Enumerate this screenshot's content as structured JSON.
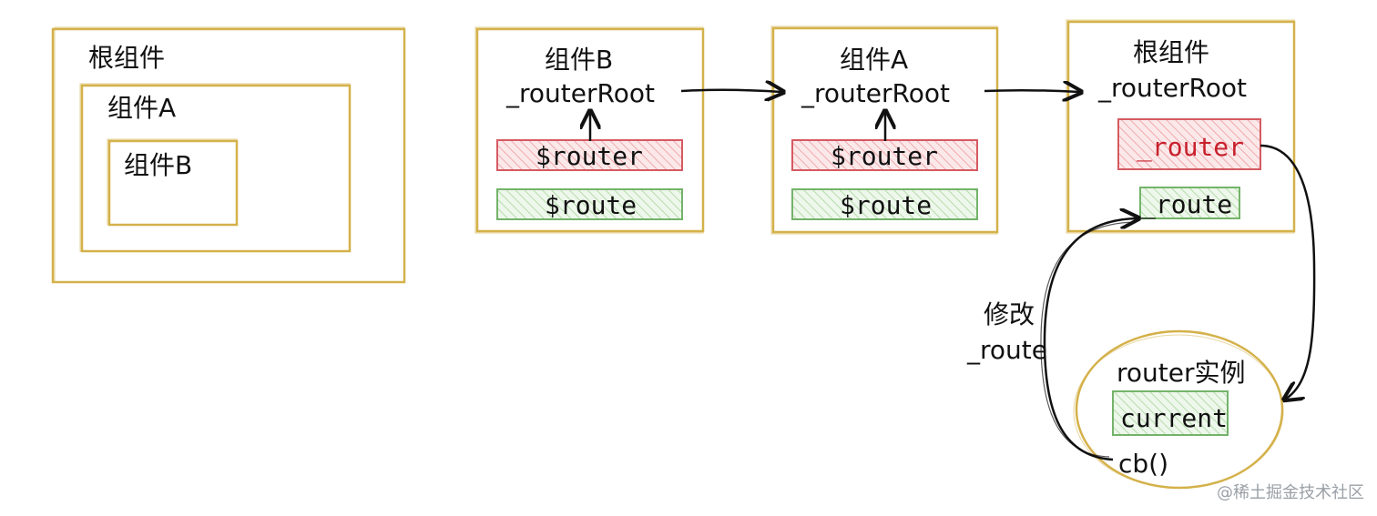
{
  "colors": {
    "frame": "#d4b14a",
    "router_fill": "#f6d7d9",
    "router_stroke": "#d55a61",
    "route_fill": "#e2f1dd",
    "route_stroke": "#74b36a",
    "arrow": "#111111"
  },
  "nesting": {
    "root_label": "根组件",
    "a_label": "组件A",
    "b_label": "组件B"
  },
  "node_b": {
    "title": "组件B",
    "root_ref": "_routerRoot",
    "router": "$router",
    "route": "$route"
  },
  "node_a": {
    "title": "组件A",
    "root_ref": "_routerRoot",
    "router": "$router",
    "route": "$route"
  },
  "node_root": {
    "title": "根组件",
    "root_ref": "_routerRoot",
    "router": "_router",
    "route": "_route"
  },
  "router_instance": {
    "title": "router实例",
    "current": "current",
    "callback": "cb()"
  },
  "modify_label": {
    "line1": "修改",
    "line2": "_route"
  },
  "watermark": "@稀土掘金技术社区"
}
